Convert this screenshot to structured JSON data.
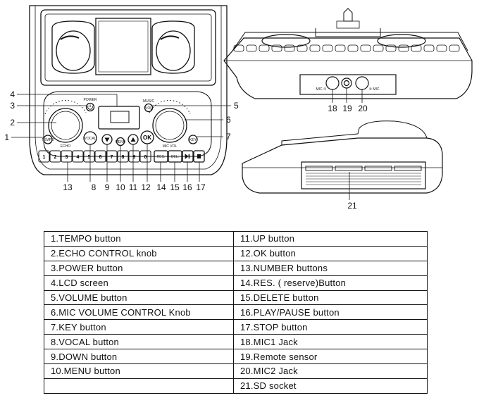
{
  "callouts": {
    "front": [
      {
        "n": "1"
      },
      {
        "n": "2"
      },
      {
        "n": "3"
      },
      {
        "n": "4"
      },
      {
        "n": "5"
      },
      {
        "n": "6"
      },
      {
        "n": "7"
      },
      {
        "n": "8"
      },
      {
        "n": "9"
      },
      {
        "n": "10"
      },
      {
        "n": "11"
      },
      {
        "n": "12"
      },
      {
        "n": "13"
      },
      {
        "n": "14"
      },
      {
        "n": "15"
      },
      {
        "n": "16"
      },
      {
        "n": "17"
      }
    ],
    "rear": [
      "18",
      "19",
      "20"
    ],
    "side": [
      "21"
    ]
  },
  "panel_text": {
    "power": "POWER",
    "music": "MUSIC",
    "vol": "VOL",
    "echo": "ECHO",
    "mic_vol": "MIC VOL",
    "tempo": "TEMPO",
    "key": "KEY",
    "vocal": "VOCAL",
    "menu": "MENU",
    "ok": "OK",
    "res": "RES.",
    "del": "DEL.",
    "mic1": "MIC ①",
    "mic2": "② MIC",
    "number_keys": [
      "1",
      "2",
      "3",
      "4",
      "5",
      "6",
      "7",
      "8",
      "9",
      "0"
    ]
  },
  "legend": {
    "rows": [
      [
        "1.TEMPO button",
        "11.UP button"
      ],
      [
        "2.ECHO CONTROL knob",
        "12.OK button"
      ],
      [
        "3.POWER button",
        "13.NUMBER buttons"
      ],
      [
        "4.LCD screen",
        "14.RES. ( reserve)Button"
      ],
      [
        "5.VOLUME button",
        "15.DELETE button"
      ],
      [
        "6.MIC VOLUME CONTROL Knob",
        "16.PLAY/PAUSE button"
      ],
      [
        "7.KEY button",
        "17.STOP button"
      ],
      [
        "8.VOCAL button",
        "18.MIC1 Jack"
      ],
      [
        "9.DOWN button",
        "19.Remote sensor"
      ],
      [
        "10.MENU button",
        "20.MIC2 Jack"
      ],
      [
        "",
        "21.SD socket"
      ]
    ]
  }
}
